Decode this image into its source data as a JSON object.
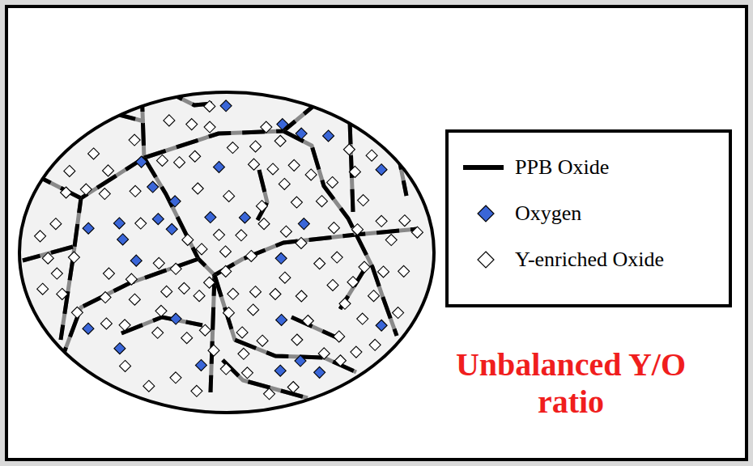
{
  "diagram": {
    "labels": [
      "Unbalanced Y/O ratio"
    ],
    "legend": [
      {
        "text": "PPB Oxide"
      },
      {
        "text": "Oxygen"
      },
      {
        "text": "Y-enriched Oxide"
      }
    ]
  }
}
